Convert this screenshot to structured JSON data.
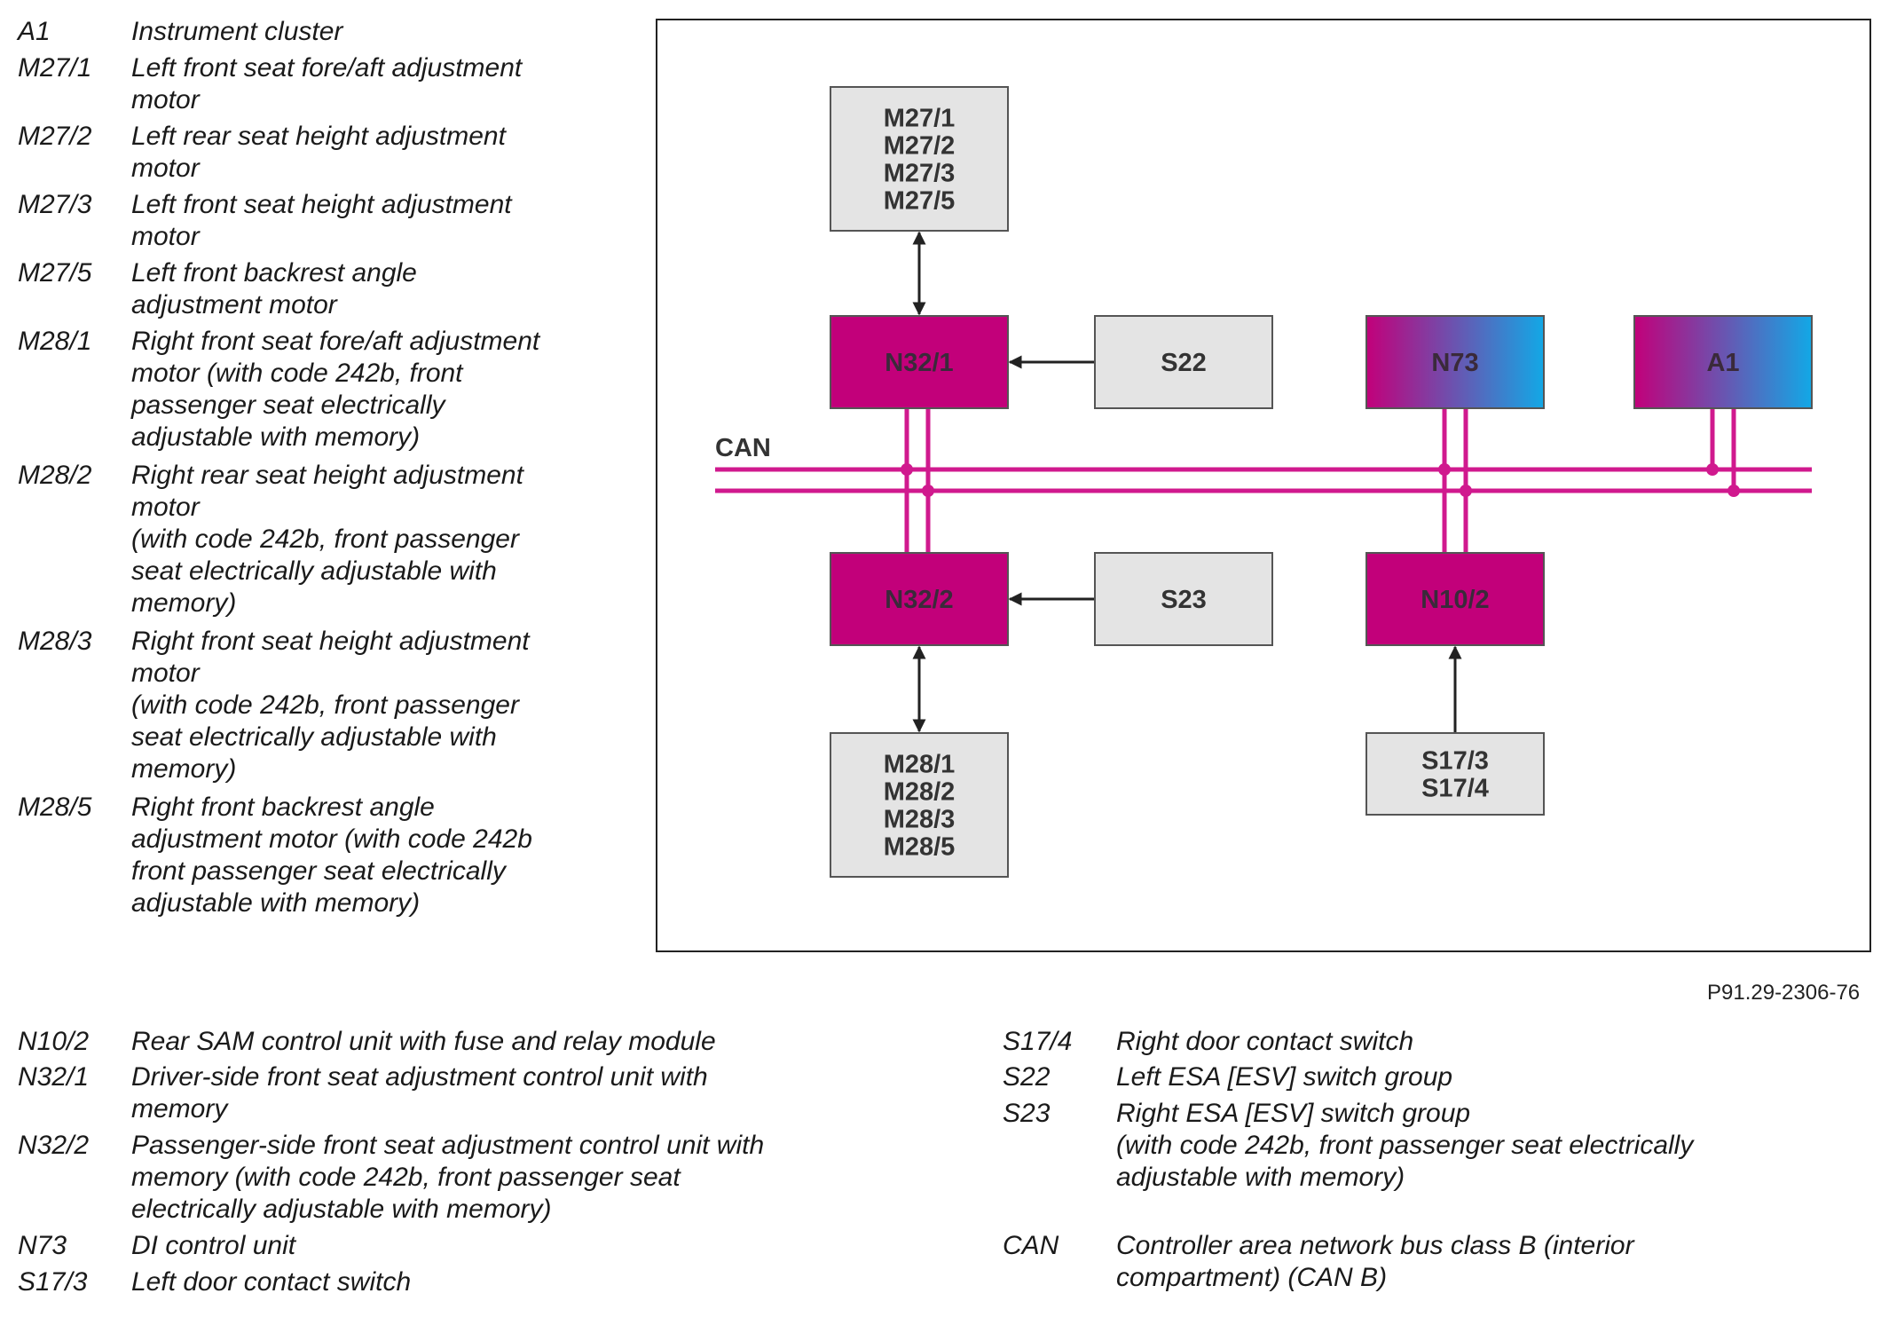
{
  "legend_top": [
    {
      "code": "A1",
      "desc": "Instrument cluster"
    },
    {
      "code": "M27/1",
      "desc": "Left front seat fore/aft adjustment\nmotor"
    },
    {
      "code": "M27/2",
      "desc": "Left rear seat height adjustment\nmotor"
    },
    {
      "code": "M27/3",
      "desc": "Left front seat height adjustment\nmotor"
    },
    {
      "code": "M27/5",
      "desc": "Left front backrest angle\nadjustment motor"
    },
    {
      "code": "M28/1",
      "desc": "Right front seat fore/aft adjustment\nmotor (with code 242b, front\npassenger seat electrically\nadjustable with memory)"
    },
    {
      "code": "M28/2",
      "desc": "Right rear seat height adjustment\nmotor\n(with code 242b, front passenger\nseat electrically adjustable with\nmemory)"
    },
    {
      "code": "M28/3",
      "desc": "Right front seat height adjustment\nmotor\n(with code 242b, front passenger\nseat electrically adjustable with\nmemory)"
    },
    {
      "code": "M28/5",
      "desc": "Right front backrest angle\nadjustment motor (with code 242b\nfront passenger seat electrically\nadjustable with memory)"
    }
  ],
  "legend_bottom_left": [
    {
      "code": "N10/2",
      "desc": "Rear SAM control unit with fuse and relay module"
    },
    {
      "code": "N32/1",
      "desc": "Driver-side front seat adjustment control unit with\nmemory"
    },
    {
      "code": "N32/2",
      "desc": "Passenger-side front seat adjustment control unit with\nmemory (with code 242b, front passenger seat\nelectrically adjustable with memory)"
    },
    {
      "code": "N73",
      "desc": "DI control unit"
    },
    {
      "code": "S17/3",
      "desc": "Left door contact switch"
    }
  ],
  "legend_bottom_right": [
    {
      "code": "S17/4",
      "desc": "Right door contact switch"
    },
    {
      "code": "S22",
      "desc": "Left ESA [ESV] switch group"
    },
    {
      "code": "S23",
      "desc": "Right ESA [ESV] switch group\n(with code 242b, front passenger seat electrically\nadjustable with memory)"
    },
    {
      "code": "CAN",
      "desc": "Controller area network bus class B (interior\ncompartment) (CAN B)"
    }
  ],
  "diagram": {
    "bus_label": "CAN",
    "reference": "P91.29-2306-76",
    "boxes": {
      "m27_group": {
        "lines": [
          "M27/1",
          "M27/2",
          "M27/3",
          "M27/5"
        ]
      },
      "m28_group": {
        "lines": [
          "M28/1",
          "M28/2",
          "M28/3",
          "M28/5"
        ]
      },
      "n32_1": {
        "lines": [
          "N32/1"
        ]
      },
      "n32_2": {
        "lines": [
          "N32/2"
        ]
      },
      "s22": {
        "lines": [
          "S22"
        ]
      },
      "s23": {
        "lines": [
          "S23"
        ]
      },
      "n73": {
        "lines": [
          "N73"
        ]
      },
      "a1": {
        "lines": [
          "A1"
        ]
      },
      "n10_2": {
        "lines": [
          "N10/2"
        ]
      },
      "s17_group": {
        "lines": [
          "S17/3",
          "S17/4"
        ]
      }
    },
    "colors": {
      "magenta": "#c2007a",
      "gradient_start": "#c2007a",
      "gradient_end": "#12a8e6",
      "gray_box": "#e4e4e4",
      "bus_line": "#d0198e",
      "frame": "#222222",
      "arrow": "#222222"
    }
  }
}
